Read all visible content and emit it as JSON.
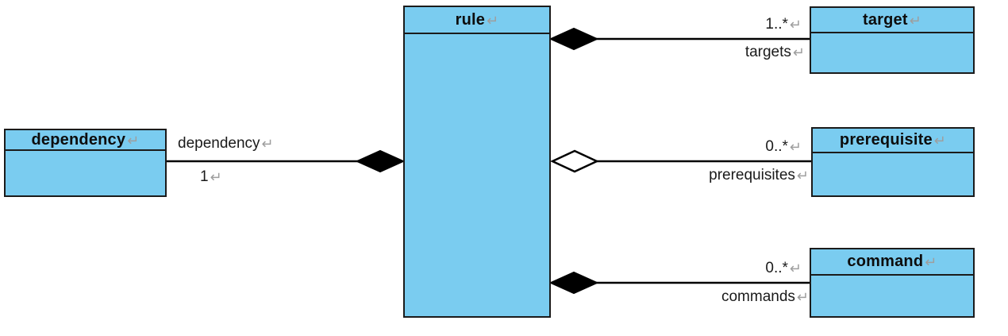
{
  "classes": {
    "rule": {
      "name": "rule"
    },
    "target": {
      "name": "target"
    },
    "prerequisite": {
      "name": "prerequisite"
    },
    "command": {
      "name": "command"
    },
    "dependency": {
      "name": "dependency"
    }
  },
  "associations": {
    "rule_target": {
      "multiplicity": "1..*",
      "role": "targets",
      "diamond": "filled-composition",
      "from": "rule",
      "to": "target"
    },
    "rule_prerequisite": {
      "multiplicity": "0..*",
      "role": "prerequisites",
      "diamond": "hollow-aggregation",
      "from": "rule",
      "to": "prerequisite"
    },
    "rule_command": {
      "multiplicity": "0..*",
      "role": "commands",
      "diamond": "filled-composition",
      "from": "rule",
      "to": "command"
    },
    "rule_dependency": {
      "multiplicity": "1",
      "role": "dependency",
      "diamond": "filled-composition",
      "from": "rule",
      "to": "dependency"
    }
  },
  "glyphs": {
    "return": "↵"
  },
  "colors": {
    "class_fill": "#7accf0",
    "border": "#1b1b1b",
    "line": "#000000",
    "return_glyph": "#9e9e9e",
    "background": "#ffffff"
  }
}
